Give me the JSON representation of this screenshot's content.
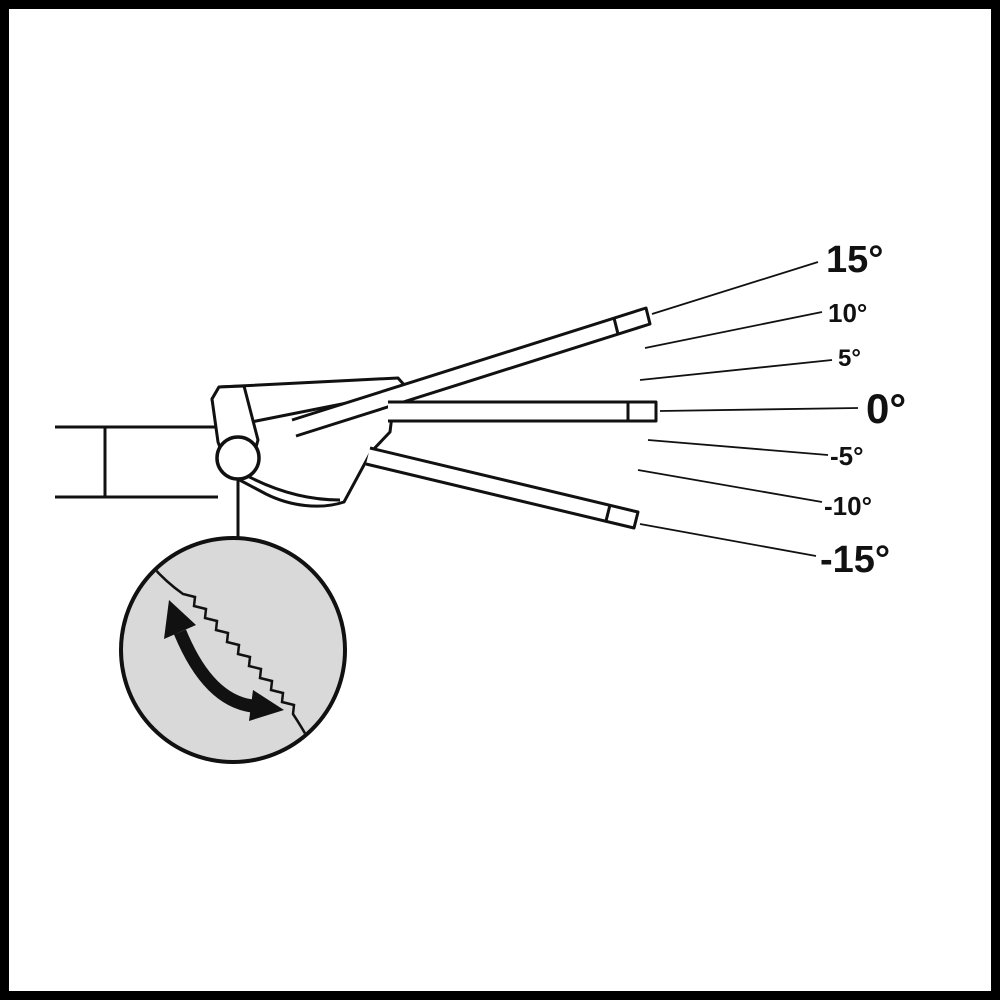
{
  "figure": {
    "description": "Luminaire tilt-angle adjustment diagram",
    "angles": [
      {
        "label": "15°"
      },
      {
        "label": "10°"
      },
      {
        "label": "5°"
      },
      {
        "label": "0°"
      },
      {
        "label": "-5°"
      },
      {
        "label": "-10°"
      },
      {
        "label": "-15°"
      }
    ],
    "icons": {
      "rotation_arrow": "double-headed-curved-arrow",
      "serration": "toothed-adjustment-ratchet"
    },
    "colors": {
      "stroke": "#111111",
      "detail_fill": "#d9d9d9",
      "background": "#ffffff"
    }
  }
}
